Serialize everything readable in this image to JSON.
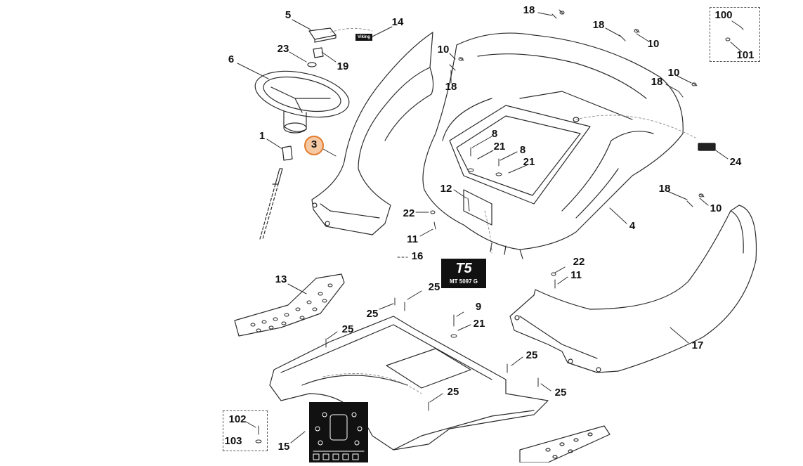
{
  "callouts": [
    {
      "id": "c5",
      "text": "5"
    },
    {
      "id": "c14",
      "text": "14"
    },
    {
      "id": "c23",
      "text": "23"
    },
    {
      "id": "c19",
      "text": "19"
    },
    {
      "id": "c6",
      "text": "6"
    },
    {
      "id": "c1",
      "text": "1"
    },
    {
      "id": "c3",
      "text": "3",
      "selected": true
    },
    {
      "id": "c18a",
      "text": "18"
    },
    {
      "id": "c18b",
      "text": "18"
    },
    {
      "id": "c10b",
      "text": "10"
    },
    {
      "id": "c10a",
      "text": "10"
    },
    {
      "id": "c18c",
      "text": "18"
    },
    {
      "id": "c10c",
      "text": "10"
    },
    {
      "id": "c18d",
      "text": "18"
    },
    {
      "id": "c100",
      "text": "100"
    },
    {
      "id": "c101",
      "text": "101"
    },
    {
      "id": "c8a",
      "text": "8"
    },
    {
      "id": "c21a",
      "text": "21"
    },
    {
      "id": "c8b",
      "text": "8"
    },
    {
      "id": "c21b",
      "text": "21"
    },
    {
      "id": "c24",
      "text": "24"
    },
    {
      "id": "c12",
      "text": "12"
    },
    {
      "id": "c18e",
      "text": "18"
    },
    {
      "id": "c10d",
      "text": "10"
    },
    {
      "id": "c22a",
      "text": "22"
    },
    {
      "id": "c11a",
      "text": "11"
    },
    {
      "id": "c4",
      "text": "4"
    },
    {
      "id": "c16",
      "text": "16"
    },
    {
      "id": "c22b",
      "text": "22"
    },
    {
      "id": "c11b",
      "text": "11"
    },
    {
      "id": "c13",
      "text": "13"
    },
    {
      "id": "c25a",
      "text": "25"
    },
    {
      "id": "c25b",
      "text": "25"
    },
    {
      "id": "c9",
      "text": "9"
    },
    {
      "id": "c21c",
      "text": "21"
    },
    {
      "id": "c25c",
      "text": "25"
    },
    {
      "id": "c17",
      "text": "17"
    },
    {
      "id": "c25d",
      "text": "25"
    },
    {
      "id": "c25e",
      "text": "25"
    },
    {
      "id": "c25f",
      "text": "25"
    },
    {
      "id": "c102",
      "text": "102"
    },
    {
      "id": "c103",
      "text": "103"
    },
    {
      "id": "c15",
      "text": "15"
    }
  ],
  "decal16": {
    "logo": "T5",
    "code": "MT 5097 G"
  },
  "decal14": {
    "text": "Viking"
  },
  "colors": {
    "line": "#2b2b2b",
    "highlight_fill": "#f6c9a3",
    "highlight_stroke": "#e37b2d"
  }
}
